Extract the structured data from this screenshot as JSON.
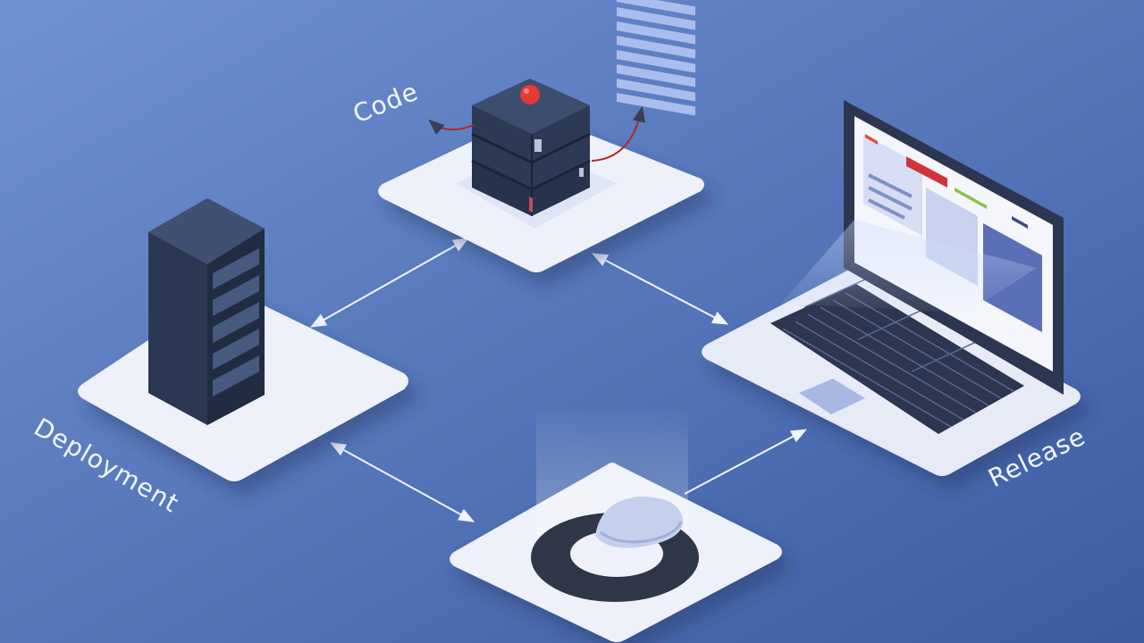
{
  "labels": {
    "code": "Code",
    "deployment": "Deployment",
    "release": "Release"
  },
  "colors": {
    "background_top": "#6d8fd0",
    "background_bottom": "#3f5fa5",
    "platform": "#eef1f9",
    "server_dark": "#2c3a56",
    "accent_red": "#e53935",
    "label_text": "#f3f6ff"
  },
  "icons": {
    "code_node": "server-stack-icon",
    "deployment_node": "server-rack-icon",
    "release_node": "laptop-icon",
    "center_node": "ring-dial-icon"
  }
}
